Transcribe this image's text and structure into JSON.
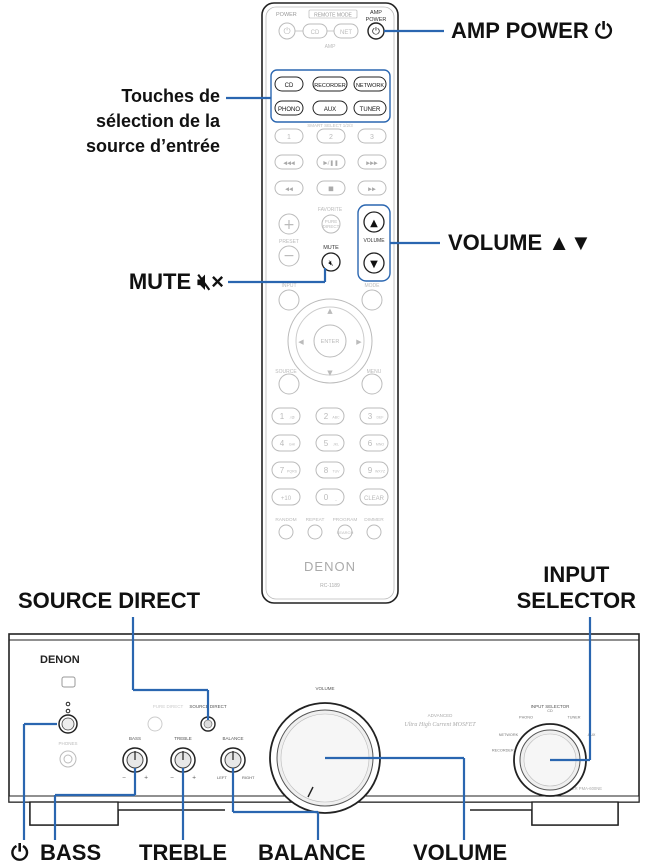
{
  "remote": {
    "brand": "DENON",
    "model": "RC-1189",
    "top_labels": {
      "power": "POWER",
      "remote_mode": "REMOTE MODE",
      "amp": "AMP",
      "amp_power": "POWER"
    },
    "top_buttons": [
      "CD",
      "NET"
    ],
    "amp_label": "AMP",
    "source_buttons": [
      "CD",
      "RECORDER",
      "NETWORK",
      "PHONO",
      "AUX",
      "TUNER"
    ],
    "sub_labels": "SMART SELECT 1/2/3",
    "num_row": [
      "1",
      "2",
      "3"
    ],
    "transport": [
      "◀◀◀",
      "▶/❚❚",
      "▶▶▶",
      "◀◀",
      "■",
      "▶▶"
    ],
    "favorite_label": "FAVORITE",
    "pure_direct": "PURE DIRECT",
    "preset_label": "PRESET",
    "volume_label": "VOLUME",
    "mute_label": "MUTE",
    "input_label": "INPUT",
    "mode_label": "MODE",
    "enter_label": "ENTER",
    "source_label": "SOURCE",
    "menu_label": "MENU",
    "keypad": [
      "1",
      "2",
      "3",
      "4",
      "5",
      "6",
      "7",
      "8",
      "9",
      "+10",
      "0",
      "CLEAR"
    ],
    "keypad_sub": [
      "./@",
      "ABC",
      "DEF",
      "GHI",
      "JKL",
      "MNO",
      "PQRS",
      "TUV",
      "WXYZ",
      "",
      "_",
      ""
    ],
    "bottom_labels": [
      "RANDOM",
      "REPEAT",
      "PROGRAM",
      "DIMMER"
    ],
    "search_label": "SEARCH"
  },
  "amplifier": {
    "brand": "DENON",
    "volume_label": "VOLUME",
    "input_selector_label": "INPUT SELECTOR",
    "input_positions": [
      "PHONO",
      "CD",
      "TUNER",
      "NETWORK",
      "AUX",
      "RECORDER"
    ],
    "source_direct_label": "SOURCE DIRECT",
    "bass_label": "BASS",
    "treble_label": "TREBLE",
    "balance_label": "BALANCE",
    "balance_left": "LEFT",
    "balance_right": "RIGHT",
    "panel_text": "Ultra High Current MOSFET",
    "model_text": "INTEGRATED AMPLIFIER PMA-600NE"
  },
  "callouts": {
    "amp_power": "AMP POWER ⏻",
    "source_keys": "Touches de\nsélection de la\nsource d’entrée",
    "volume": "VOLUME ▲▼",
    "mute": "MUTE 🔇︎×",
    "source_direct": "SOURCE DIRECT",
    "input_selector": "INPUT\nSELECTOR",
    "power_symbol": "⏻",
    "bass": "BASS",
    "treble": "TREBLE",
    "balance": "BALANCE",
    "volume_knob": "VOLUME"
  },
  "colors": {
    "callout_line": "#2a66b0",
    "outline": "#2b2b2b",
    "muted": "#9a9a9a"
  }
}
